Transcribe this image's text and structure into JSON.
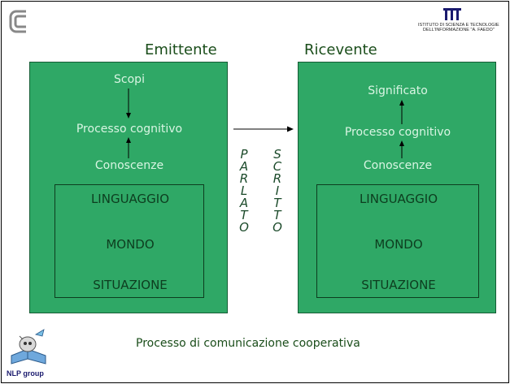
{
  "header": {
    "emittente_title": "Emittente",
    "ricevente_title": "Ricevente",
    "istituto_lines": [
      "ISTITUTO DI SCIENZA E TECNOLOGIE",
      "DELL'INFORMAZIONE \"A. FAEDO\""
    ]
  },
  "emittente": {
    "nodes": [
      "Scopi",
      "Processo cognitivo",
      "Conoscenze"
    ],
    "inner": [
      "LINGUAGGIO",
      "MONDO",
      "SITUAZIONE"
    ]
  },
  "ricevente": {
    "nodes": [
      "Significato",
      "Processo cognitivo",
      "Conoscenze"
    ],
    "inner": [
      "LINGUAGGIO",
      "MONDO",
      "SITUAZIONE"
    ]
  },
  "channel": {
    "parlato": [
      "P",
      "A",
      "R",
      "L",
      "A",
      "T",
      "O"
    ],
    "scritto": [
      "S",
      "C",
      "R",
      "I",
      "T",
      "T",
      "O"
    ]
  },
  "footer": {
    "caption": "Processo di comunicazione cooperativa",
    "nlp_label": "NLP group"
  },
  "colors": {
    "panel": "#2fa866",
    "panel_text": "#d9f5e3",
    "inner_text": "#0d3d1f",
    "heading": "#1a4d1a"
  }
}
